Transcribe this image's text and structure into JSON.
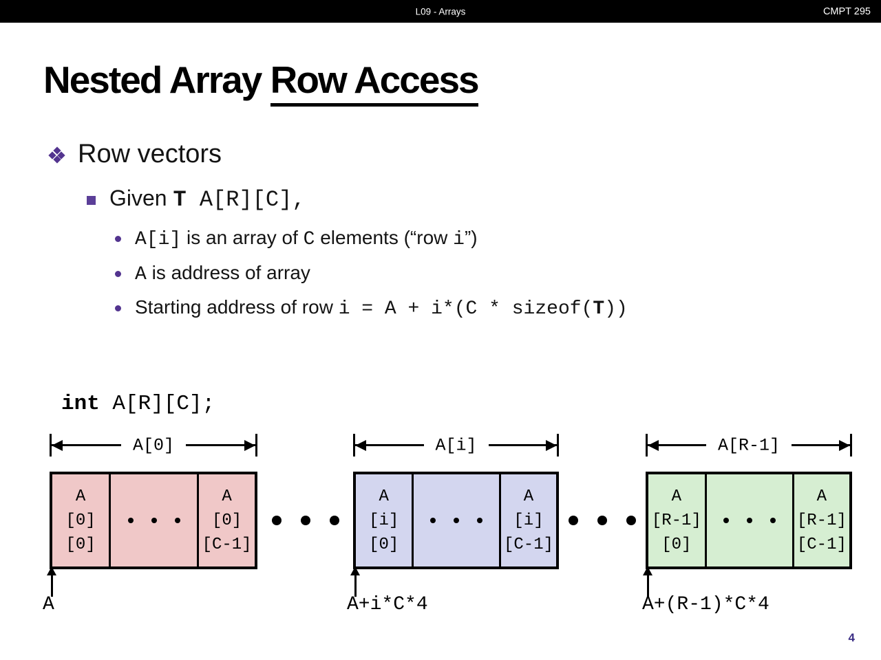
{
  "header": {
    "lecture": "L09 - Arrays",
    "course": "CMPT 295"
  },
  "title": {
    "plain": "Nested Array ",
    "underlined": "Row Access"
  },
  "content": {
    "row_vectors_heading": "Row vectors",
    "given": {
      "plain": "Given ",
      "type_bold": "T",
      "decl": " A[R][C],"
    },
    "sub_bullets": {
      "b1": {
        "code1": "A[i]",
        "text1": " is an array of ",
        "code2": "C",
        "text2": " elements (“row ",
        "code3": "i",
        "text3": "”)"
      },
      "b2": {
        "code1": "A",
        "text1": " is address of array"
      },
      "b3": {
        "text1": "Starting address of row ",
        "code1": "i = A + i*(C * sizeof(",
        "code_bold": "T",
        "code2": "))"
      }
    },
    "declaration": {
      "keyword": "int",
      "rest": " A[R][C];"
    }
  },
  "diagram": {
    "blocks": [
      {
        "dim_label": "A[0]",
        "left_cell": [
          "A",
          "[0]",
          "[0]"
        ],
        "right_cell": [
          "A",
          "[0]",
          "[C-1]"
        ],
        "pointer_label": "A",
        "fill": "#f0c8c8"
      },
      {
        "dim_label": "A[i]",
        "left_cell": [
          "A",
          "[i]",
          "[0]"
        ],
        "right_cell": [
          "A",
          "[i]",
          "[C-1]"
        ],
        "pointer_label": "A+i*C*4",
        "fill": "#d3d6ef"
      },
      {
        "dim_label": "A[R-1]",
        "left_cell": [
          "A",
          "[R-1]",
          "[0]"
        ],
        "right_cell": [
          "A",
          "[R-1]",
          "[C-1]"
        ],
        "pointer_label": "A+(R-1)*C*4",
        "fill": "#d6eed2"
      }
    ]
  },
  "footer": {
    "page_number": "4"
  },
  "colors": {
    "bullet_purple": "#53348f",
    "page_number_purple": "#3b2e85"
  }
}
